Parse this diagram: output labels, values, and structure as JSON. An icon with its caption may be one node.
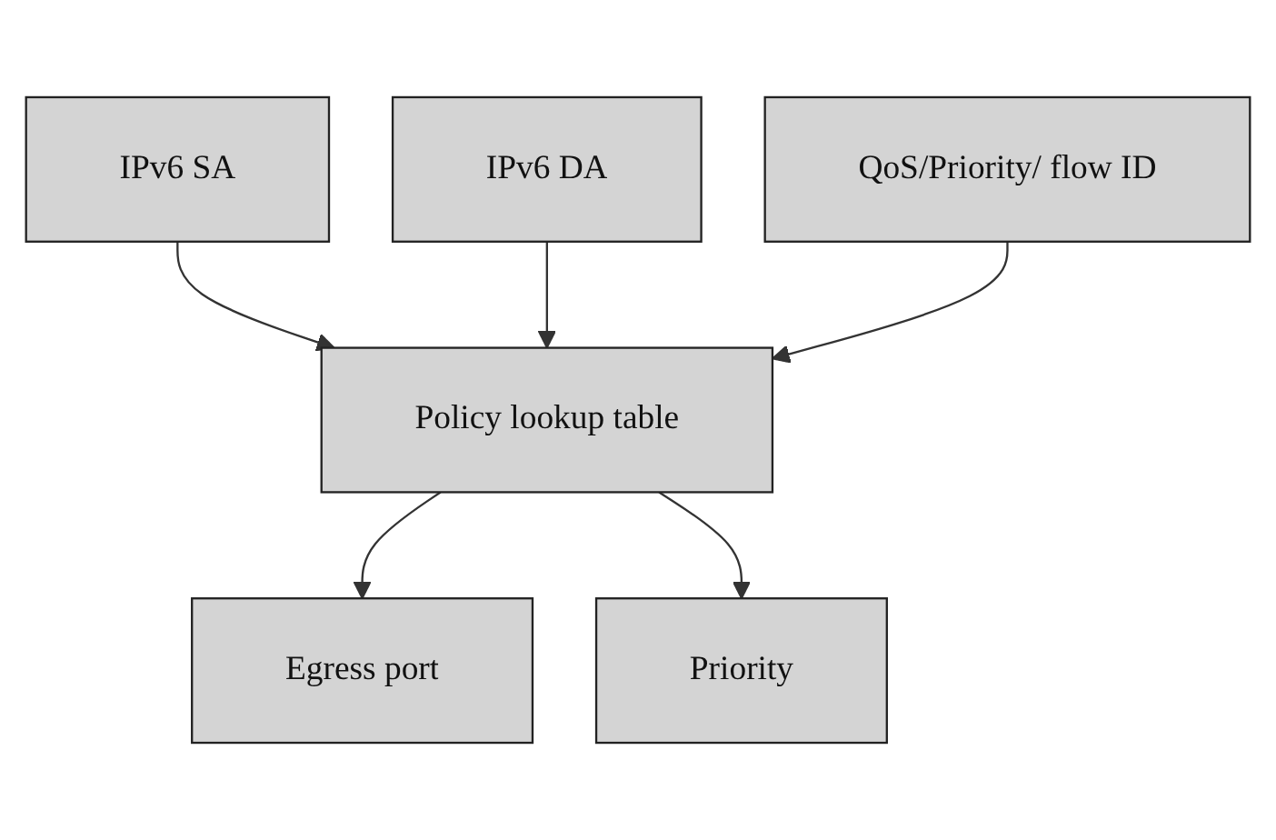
{
  "diagram": {
    "nodes": [
      {
        "text": [
          "IPv6 SA"
        ]
      },
      {
        "text": [
          "IPv6 DA"
        ]
      },
      {
        "text": [
          "QoS/Priority/ flow ID"
        ]
      },
      {
        "text": [
          "Policy lookup table"
        ]
      },
      {
        "text": [
          "Egress port"
        ]
      },
      {
        "text": [
          "Priority"
        ]
      }
    ],
    "edges": [
      {
        "from": 0,
        "to": 3,
        "arrow": "to"
      },
      {
        "from": 1,
        "to": 3,
        "arrow": "to"
      },
      {
        "from": 2,
        "to": 3,
        "arrow": "to"
      },
      {
        "from": 3,
        "to": 4,
        "arrow": "to"
      },
      {
        "from": 3,
        "to": 5,
        "arrow": "to"
      }
    ]
  }
}
